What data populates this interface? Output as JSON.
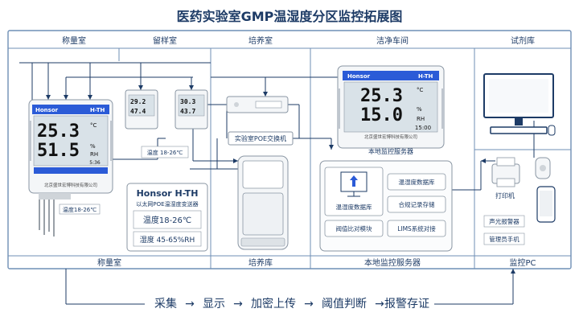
{
  "title": "医药实验室GMP温湿度分区监控拓展图",
  "zones": {
    "weighing_top": "称量室",
    "sample": "留样室",
    "culture_top": "培养室",
    "clean": "洁净车间",
    "reagent": "试剂库",
    "weighing_bottom": "称量室",
    "culture_bottom": "培养库",
    "server_bottom": "本地监控服务器",
    "pc_bottom": "监控PC"
  },
  "device_large": {
    "brand": "Honsor",
    "model": "H-TH",
    "temp": "25.3",
    "temp_unit": "°C",
    "hum": "51.5",
    "hum_unit": "%",
    "hum_unit2": "RH",
    "time": "5:36",
    "footer": "北京盛世宏博科技有限公司",
    "label": "温度18-26℃"
  },
  "device_small_1": {
    "temp": "29.2",
    "hum": "47.4"
  },
  "device_small_2": {
    "temp": "30.3",
    "hum": "43.7"
  },
  "sample_label": "温度 18-26℃",
  "info_box": {
    "title": "Honsor H-TH",
    "subtitle": "以太网POE温湿度变送器",
    "temp_range": "温度18-26℃",
    "hum_range": "湿度 45-65%RH"
  },
  "switch_label": "实验室POE交换机",
  "device_clean": {
    "brand": "Honsor",
    "model": "H-TH",
    "temp": "25.3",
    "temp_unit": "°C",
    "hum": "15.0",
    "hum_unit": "%",
    "hum_unit2": "RH",
    "time": "15:00",
    "footer": "北京盛世宏博科技有限公司",
    "label": "本地监控服务器"
  },
  "server_panel": {
    "db_left": "温湿度数据库",
    "threshold": "阀值比对模块",
    "db_right": "温湿度数据库",
    "compliance": "合规记录存储",
    "lims": "LIMS系统对接"
  },
  "pc_panel": {
    "printer": "打印机",
    "alarm": "声光报警器",
    "admin_phone": "管理员手机"
  },
  "flow": {
    "items": [
      "采集",
      "显示",
      "加密上传",
      "阈值判断",
      "报警存证"
    ],
    "arrow": "→"
  },
  "colors": {
    "frame": "#6f8fb5",
    "title": "#1d3b66",
    "lcd_bg": "#d9e2e8",
    "device_blue": "#2b5bd7"
  }
}
